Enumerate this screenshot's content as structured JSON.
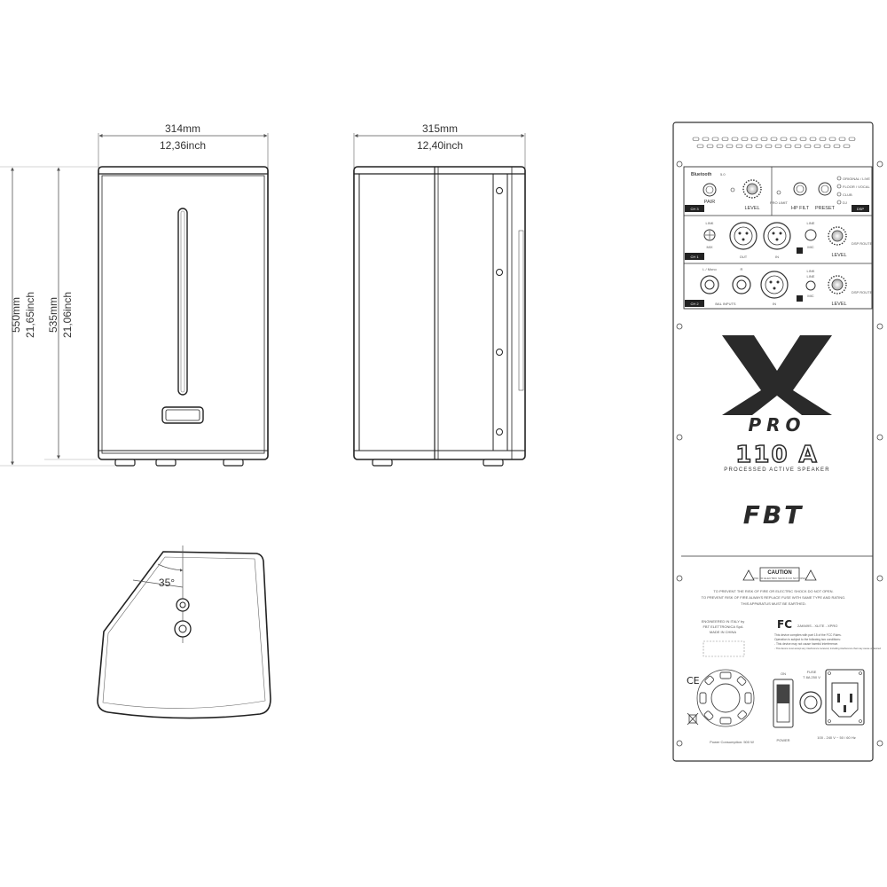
{
  "front_view": {
    "width_mm": "314mm",
    "width_inch": "12,36inch",
    "height_mm": "550mm",
    "height_inch": "21,65inch",
    "height2_mm": "535mm",
    "height2_inch": "21,06inch"
  },
  "side_view": {
    "depth_mm": "315mm",
    "depth_inch": "12,40inch"
  },
  "top_view": {
    "angle": "35°"
  },
  "rear_panel": {
    "bluetooth": {
      "logo_text": "Bluetooth",
      "version": "5.0",
      "pair_label": "PAIR",
      "level_label": "LEVEL",
      "channel_tag": "CH 3"
    },
    "dsp": {
      "pro_limit_label": "PRO LIMIT",
      "hp_filt_label": "HP FILT",
      "preset_label": "PRESET",
      "dsp_tag": "DSP",
      "presets": [
        "ORIGINAL / LIVE",
        "FLOOR / VOCAL",
        "CLUB",
        "DJ"
      ]
    },
    "ch1": {
      "link_label": "LINK",
      "mix_label": "MIX",
      "out_label": "OUT",
      "in_label": "IN",
      "line_label": "LINE",
      "mic_label": "MIC",
      "level_label": "LEVEL",
      "channel_tag": "CH 1",
      "dsp_note": "DSP ROUTE"
    },
    "ch2": {
      "l_mono_label": "L / Mono",
      "r_label": "R",
      "bal_inputs_label": "BAL INPUTS",
      "link_label": "LINK",
      "line_label": "LINE",
      "mic_label": "MIC",
      "in_label": "IN",
      "level_label": "LEVEL",
      "channel_tag": "CH 2",
      "dsp_note": "DSP ROUTE"
    },
    "branding": {
      "logo_letter": "X",
      "logo_sub": "PRO",
      "model": "110 A",
      "tagline": "PROCESSED ACTIVE SPEAKER",
      "maker": "FBT"
    },
    "caution": {
      "title": "CAUTION",
      "sub": "RISK OF ELECTRIC SHOCK DO NOT OPEN",
      "line1": "TO PREVENT THE RISK OF FIRE OR ELECTRIC SHOCK DO NOT OPEN.",
      "line2": "TO PREVENT RISK OF FIRE ALWAYS REPLACE FUSE WITH SAME TYPE AND RATING.",
      "line3": "THIS APPARATUS MUST BE EARTHED."
    },
    "origin": {
      "engineered": "ENGINEERED IN ITALY by",
      "company": "FBT ELETTRONICA SpA",
      "made": "MADE IN CHINA"
    },
    "fcc": {
      "mark": "FC",
      "model_code": "2AKM9S - XLITE - XPRO",
      "text1": "This device complies with part 15 of the FCC Rules.",
      "text2": "Operation is subject to the following two conditions:",
      "text3": "- This device may not cause harmful interference.",
      "text4": "- This device must accept any interference received, including interference that may cause undesired"
    },
    "power": {
      "ce_mark": "CE",
      "on_label": "ON",
      "power_label": "POWER",
      "fuse_label": "FUSE",
      "fuse_rating": "T 8A  250 V",
      "consumption": "Power Consumption: 500 W",
      "voltage": "100 - 240 V ~ 50 / 60 Hz"
    }
  }
}
